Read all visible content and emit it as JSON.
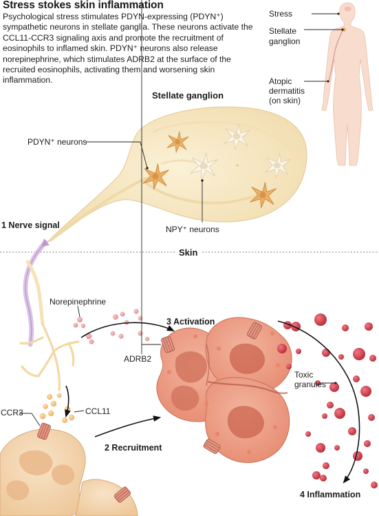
{
  "title": "Stress stokes skin inflammation",
  "intro": "Psychological stress stimulates PDYN-expressing (PDYN⁺) sympathetic neurons in stellate ganglia. These neurons activate the CCL11-CCR3 signaling axis and promote the recruitment of eosinophils to inflamed skin. PDYN⁺ neurons also release norepinephrine, which stimulates ADRB2 at the surface of the recruited eosinophils, activating them and worsening skin inflammation.",
  "body_labels": {
    "stress": "Stress",
    "stellate_1": "Stellate",
    "stellate_2": "ganglion",
    "atopic_1": "Atopic",
    "atopic_2": "dermatitis",
    "atopic_3": "(on skin)"
  },
  "ganglion": {
    "header": "Stellate ganglion",
    "pdyn_label": "PDYN⁺ neurons",
    "npy_label": "NPY⁺ neurons"
  },
  "skin_header": "Skin",
  "steps": {
    "nerve_signal": "1  Nerve signal",
    "recruitment": "2  Recruitment",
    "activation": "3  Activation",
    "inflammation": "4  Inflammation"
  },
  "labels": {
    "norepinephrine": "Norepinephrine",
    "adrb2": "ADRB2",
    "ccr3": "CCR3",
    "ccl11": "CCL11",
    "toxic_1": "Toxic",
    "toxic_2": "granules"
  },
  "colors": {
    "ganglion_fill": "#f6e7c4",
    "pdyn_neuron": "#ecb066",
    "npy_neuron": "#f8f2e6",
    "eosinophil": "#ec9a80",
    "eosinophil_nucleus": "#c75f4a",
    "naive_cell": "#f3d2ac",
    "granule": "#d0414c",
    "ccl11": "#f3bd75",
    "body_skin": "#f8dccd",
    "nerve": "#c8a8d8"
  }
}
